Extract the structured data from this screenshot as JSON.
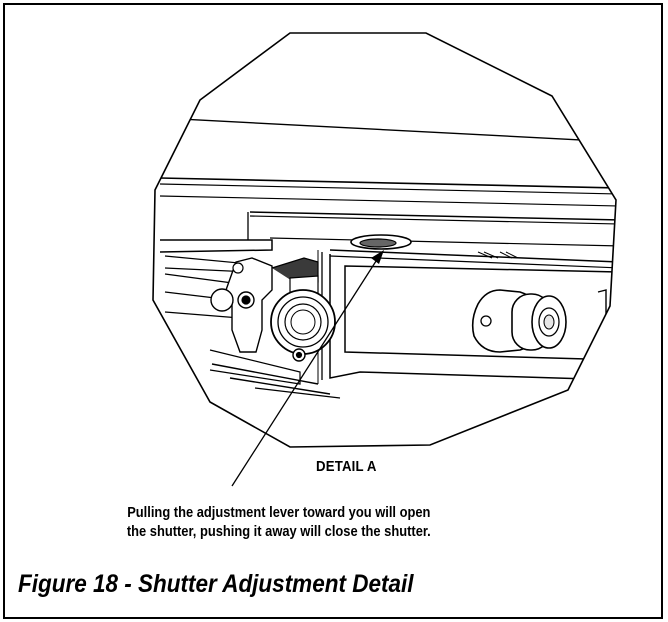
{
  "figure": {
    "detail_label": "DETAIL A",
    "caption_line1": "Pulling the adjustment lever toward you will open",
    "caption_line2": "the shutter, pushing it away will close the shutter.",
    "title": "Figure 18 - Shutter Adjustment Detail"
  },
  "colors": {
    "line": "#000000",
    "background": "#ffffff",
    "shade": "#e6e6e6",
    "dark": "#3a3a3a"
  }
}
